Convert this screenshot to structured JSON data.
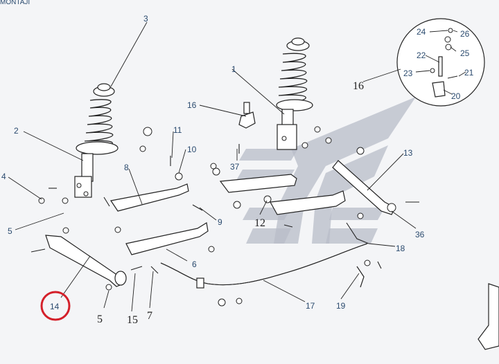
{
  "header": {
    "title": "MONTAJI"
  },
  "callouts": [
    {
      "id": "1",
      "label": "1"
    },
    {
      "id": "2",
      "label": "2"
    },
    {
      "id": "3",
      "label": "3"
    },
    {
      "id": "4",
      "label": "4"
    },
    {
      "id": "5a",
      "label": "5"
    },
    {
      "id": "6",
      "label": "6"
    },
    {
      "id": "8",
      "label": "8"
    },
    {
      "id": "9",
      "label": "9"
    },
    {
      "id": "10",
      "label": "10"
    },
    {
      "id": "11",
      "label": "11"
    },
    {
      "id": "13",
      "label": "13"
    },
    {
      "id": "14",
      "label": "14"
    },
    {
      "id": "16a",
      "label": "16"
    },
    {
      "id": "17",
      "label": "17"
    },
    {
      "id": "18",
      "label": "18"
    },
    {
      "id": "19",
      "label": "19"
    },
    {
      "id": "20",
      "label": "20"
    },
    {
      "id": "21",
      "label": "21"
    },
    {
      "id": "22",
      "label": "22"
    },
    {
      "id": "23",
      "label": "23"
    },
    {
      "id": "24",
      "label": "24"
    },
    {
      "id": "25",
      "label": "25"
    },
    {
      "id": "26",
      "label": "26"
    },
    {
      "id": "36",
      "label": "36"
    },
    {
      "id": "37",
      "label": "37"
    }
  ],
  "handwritten": [
    {
      "id": "5b",
      "label": "5"
    },
    {
      "id": "7",
      "label": "7"
    },
    {
      "id": "12",
      "label": "12"
    },
    {
      "id": "15",
      "label": "15"
    },
    {
      "id": "16b",
      "label": "16"
    }
  ],
  "highlighted_part": "14",
  "colors": {
    "label": "#2a4a6e",
    "highlight": "#d4202a",
    "watermark": "#b8bcc8"
  }
}
